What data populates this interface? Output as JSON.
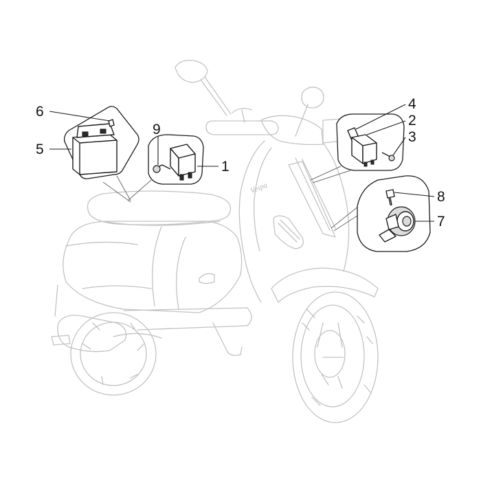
{
  "callouts": {
    "c1": "1",
    "c2": "2",
    "c3": "3",
    "c4": "4",
    "c5": "5",
    "c6": "6",
    "c7": "7",
    "c8": "8",
    "c9": "9"
  },
  "scooter_badge": "Vespa",
  "colors": {
    "ghost_outline": "#c2c2c2",
    "part_outline": "#1a1a1a",
    "background": "#ffffff"
  }
}
